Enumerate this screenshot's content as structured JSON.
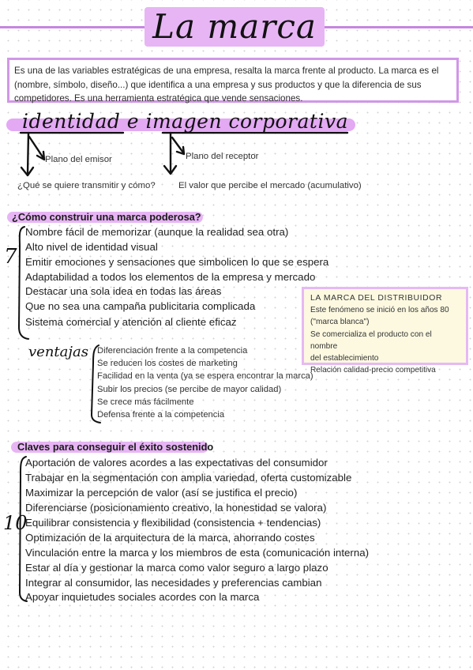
{
  "title": "La marca",
  "definition": "Es una de las variables estratégicas de una empresa, resalta la marca frente al producto. La marca es el (nombre, símbolo, diseño...) que identifica a una empresa y sus productos y que la diferencia de sus competidores. Es una herramienta estratégica que vende sensaciones.",
  "identity": {
    "heading": "identidad e imagen corporativa",
    "emisor_label": "Plano del emisor",
    "emisor_question": "¿Qué se quiere transmitir y cómo?",
    "receptor_label": "Plano del receptor",
    "receptor_desc": "El valor que percibe el mercado (acumulativo)"
  },
  "build": {
    "heading": "¿Cómo construir una marca poderosa?",
    "count": "7",
    "items": [
      "Nombre fácil de memorizar (aunque la realidad sea otra)",
      "Alto nivel de identidad visual",
      "Emitir emociones y sensaciones que simbolicen lo que se espera",
      "Adaptabilidad a todos los elementos de la empresa y mercado",
      "Destacar una sola idea en todas las áreas",
      "Que no sea una campaña publicitaria complicada",
      "Sistema comercial y atención al cliente eficaz"
    ]
  },
  "advantages": {
    "label": "ventajas",
    "items": [
      "Diferenciación frente a la competencia",
      "Se reducen los costes de marketing",
      "Facilidad en la venta (ya se espera encontrar la marca)",
      "Subir los precios (se percibe de mayor calidad)",
      "Se crece más fácilmente",
      "Defensa frente a la competencia"
    ]
  },
  "distributor": {
    "title": "LA MARCA DEL DISTRIBUIDOR",
    "lines": [
      "Este fenómeno se inició en los años 80",
      "(\"marca blanca\")",
      "Se comercializa el producto con el nombre",
      "del establecimiento",
      "Relación calidad-precio competitiva"
    ]
  },
  "keys": {
    "heading": "Claves para conseguir el éxito sostenido",
    "count": "10",
    "items": [
      "Aportación de valores acordes a las expectativas del consumidor",
      "Trabajar en la segmentación con amplia variedad, oferta customizable",
      "Maximizar la percepción de valor (así se justifica el precio)",
      "Diferenciarse (posicionamiento creativo, la honestidad se valora)",
      "Equilibrar consistencia y flexibilidad (consistencia + tendencias)",
      "Optimización de la arquitectura de la marca, ahorrando costes",
      "Vinculación entre la marca y los miembros de esta (comunicación interna)",
      "Estar al día y gestionar la marca como valor seguro a largo plazo",
      "Integrar al consumidor, las necesidades y preferencias cambian",
      "Apoyar inquietudes sociales acordes con la marca"
    ]
  }
}
